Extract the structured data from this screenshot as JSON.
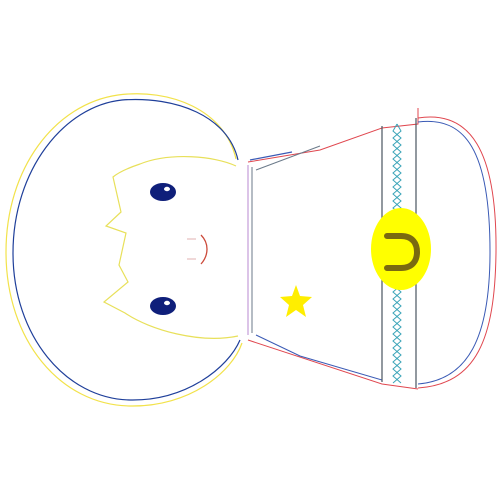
{
  "figure": {
    "subject": "doll",
    "elements": [
      "head-outline",
      "hair-outline",
      "left-eye",
      "right-eye",
      "mouth",
      "body-outline",
      "belt-band",
      "belt-stitching",
      "star-icon",
      "yellow-badge",
      "badge-letter-icon"
    ]
  },
  "colors": {
    "background": "#ffffff",
    "head_outline_blue": "#1f3f9a",
    "head_outline_yellow": "#f2e24a",
    "hair_outline": "#e8e05a",
    "eye_fill": "#0f1f7a",
    "eye_highlight": "#ffffff",
    "mouth": "#cc4a3a",
    "mouth_line": "#e0b0b0",
    "body_line_red": "#e0474f",
    "body_line_blue": "#3a5ab5",
    "body_line_gray": "#6b7a8a",
    "neck_purple": "#b98ad0",
    "belt_line": "#4a5560",
    "stitch": "#3aa4b8",
    "star": "#ffee00",
    "badge_fill": "#ffff00",
    "badge_letter": "#7a6a10"
  }
}
